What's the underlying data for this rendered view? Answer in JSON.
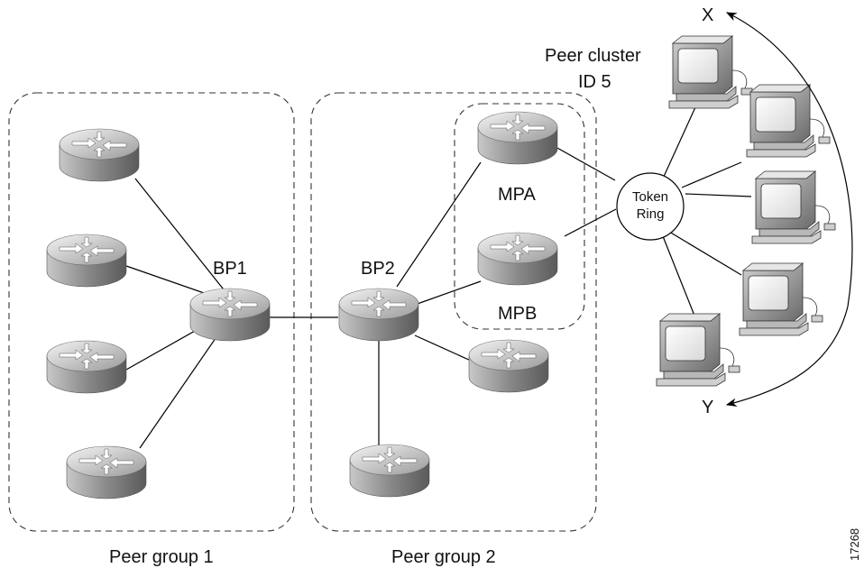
{
  "labels": {
    "bp1": "BP1",
    "bp2": "BP2",
    "mpa": "MPA",
    "mpb": "MPB",
    "peer_cluster_line1": "Peer cluster",
    "peer_cluster_line2": "ID 5",
    "token_ring_line1": "Token",
    "token_ring_line2": "Ring",
    "x": "X",
    "y": "Y",
    "group1": "Peer group 1",
    "group2": "Peer group 2",
    "figure_id": "17268"
  },
  "icons": {
    "router": "router-icon",
    "workstation": "workstation-icon"
  }
}
